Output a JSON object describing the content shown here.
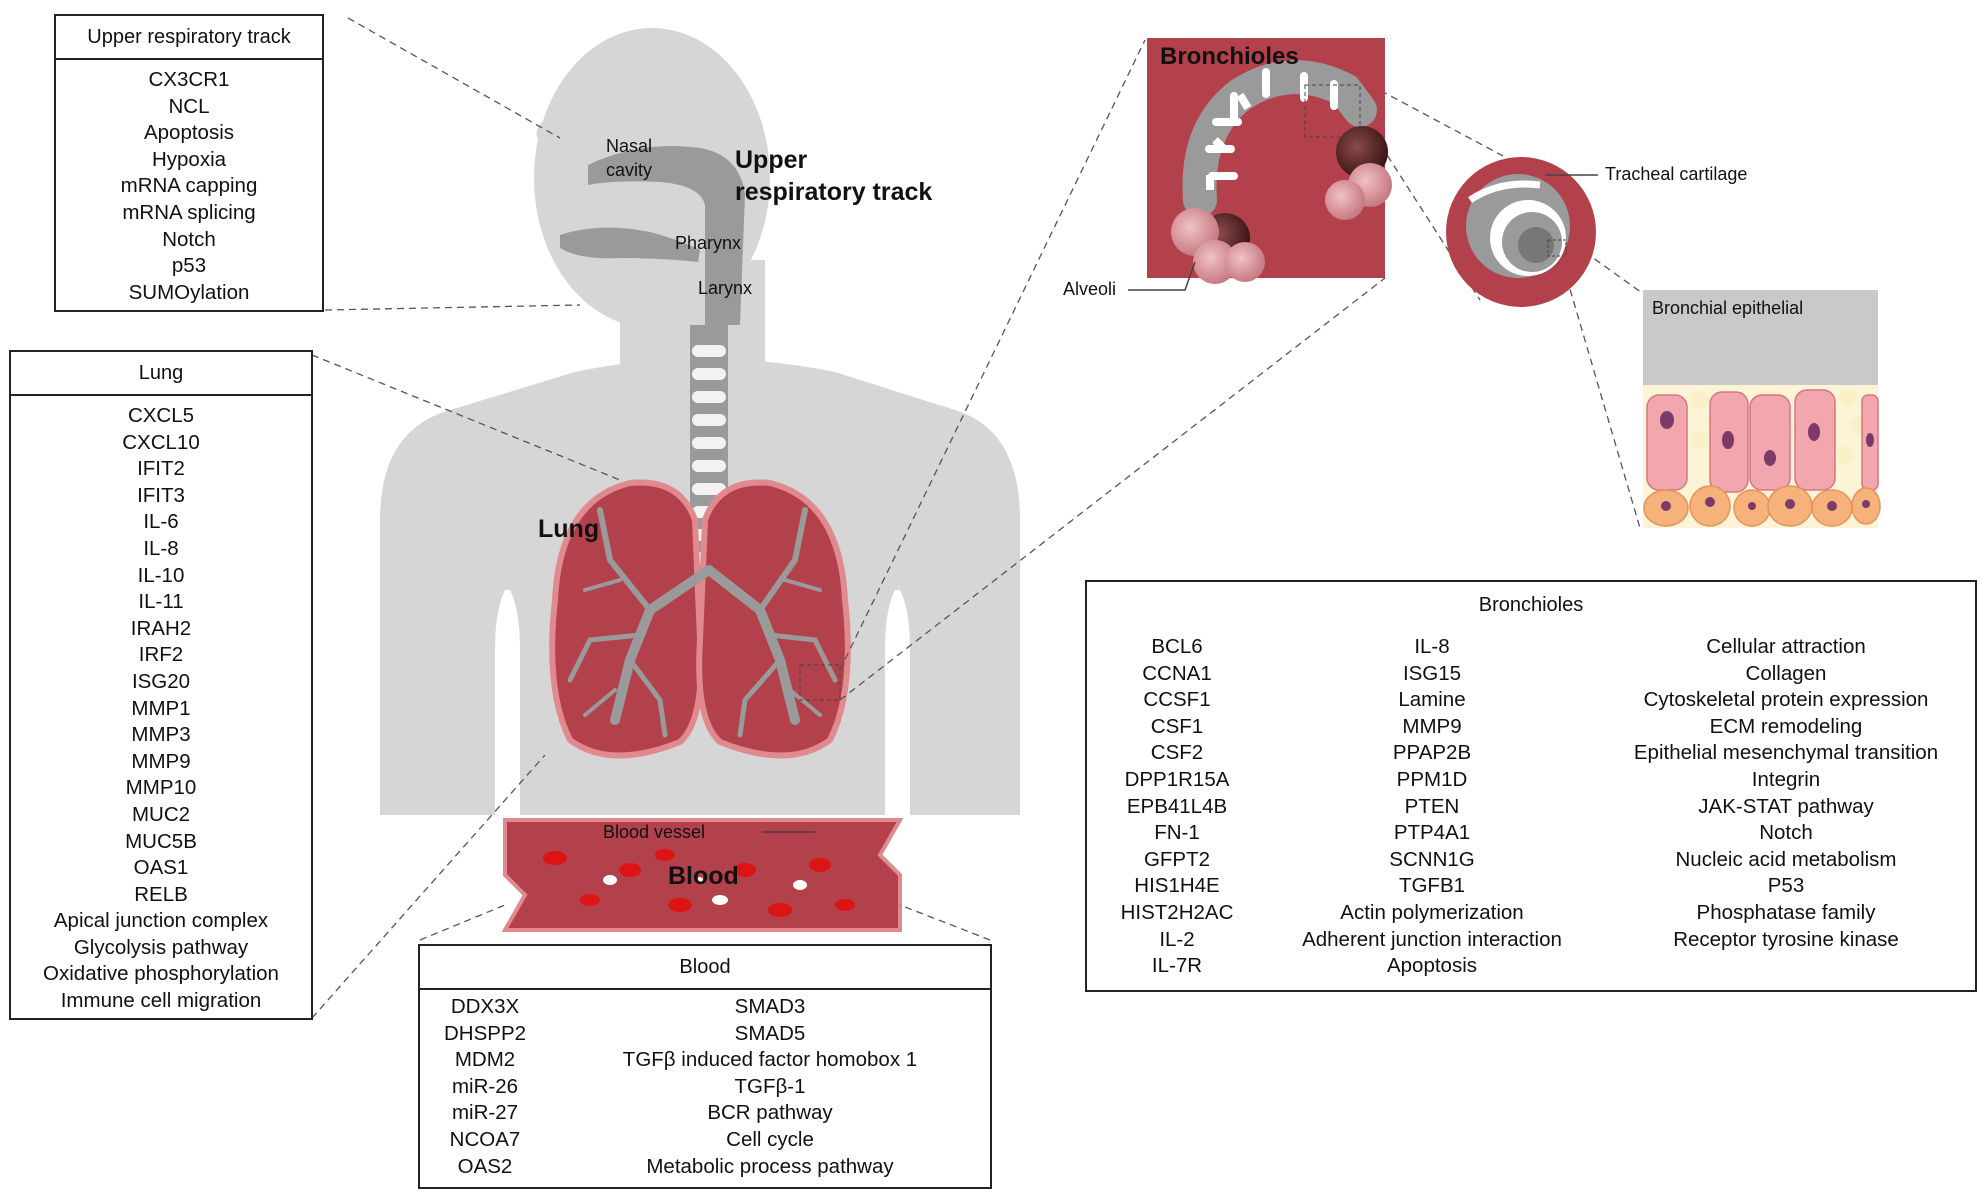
{
  "boxes": {
    "upper": {
      "title": "Upper respiratory track",
      "items": [
        "CX3CR1",
        "NCL",
        "Apoptosis",
        "Hypoxia",
        "mRNA capping",
        "mRNA splicing",
        "Notch",
        "p53",
        "SUMOylation"
      ]
    },
    "lung": {
      "title": "Lung",
      "items": [
        "CXCL5",
        "CXCL10",
        "IFIT2",
        "IFIT3",
        "IL-6",
        "IL-8",
        "IL-10",
        "IL-11",
        "IRAH2",
        "IRF2",
        "ISG20",
        "MMP1",
        "MMP3",
        "MMP9",
        "MMP10",
        "MUC2",
        "MUC5B",
        "OAS1",
        "RELB",
        "Apical junction complex",
        "Glycolysis pathway",
        "Oxidative phosphorylation",
        "Immune cell migration"
      ]
    },
    "blood": {
      "title": "Blood",
      "col1": [
        "DDX3X",
        "DHSPP2",
        "MDM2",
        "miR-26",
        "miR-27",
        "NCOA7",
        "OAS2"
      ],
      "col2": [
        "SMAD3",
        "SMAD5",
        "TGFβ induced factor homobox 1",
        "TGFβ-1",
        "BCR pathway",
        "Cell cycle",
        "Metabolic process pathway"
      ]
    },
    "bronchioles": {
      "title": "Bronchioles",
      "col1": [
        "BCL6",
        "CCNA1",
        "CCSF1",
        "CSF1",
        "CSF2",
        "DPP1R15A",
        "EPB41L4B",
        "FN-1",
        "GFPT2",
        "HIS1H4E",
        "HIST2H2AC",
        "IL-2",
        "IL-7R"
      ],
      "col2": [
        "IL-8",
        "ISG15",
        "Lamine",
        "MMP9",
        "PPAP2B",
        "PPM1D",
        "PTEN",
        "PTP4A1",
        "SCNN1G",
        "TGFB1",
        "Actin polymerization",
        "Adherent junction interaction",
        "Apoptosis"
      ],
      "col3": [
        "Cellular attraction",
        "Collagen",
        "Cytoskeletal protein expression",
        "ECM remodeling",
        "Epithelial mesenchymal transition",
        "Integrin",
        "JAK-STAT pathway",
        "Notch",
        "Nucleic acid metabolism",
        "P53",
        "Phosphatase family",
        "Receptor tyrosine kinase"
      ]
    }
  },
  "labels": {
    "nasal_line1": "Nasal",
    "nasal_line2": "cavity",
    "pharynx": "Pharynx",
    "larynx": "Larynx",
    "upper_line1": "Upper",
    "upper_line2": "respiratory track",
    "lung": "Lung",
    "blood_vessel": "Blood vessel",
    "blood": "Blood",
    "bronchioles": "Bronchioles",
    "alveoli": "Alveoli",
    "tracheal_cartilage": "Tracheal cartilage",
    "bronchial_epithelial": "Bronchial epithelial"
  },
  "colors": {
    "body_gray": "#d6d6d6",
    "airway_gray": "#9a9a9a",
    "lung_red": "#b3414b",
    "lung_border": "#e08a90",
    "rbc_red": "#dd1414",
    "cell_pink": "#f2a6ad",
    "cell_orange": "#f6b27a",
    "nucleus_purple": "#7a3b6a"
  }
}
